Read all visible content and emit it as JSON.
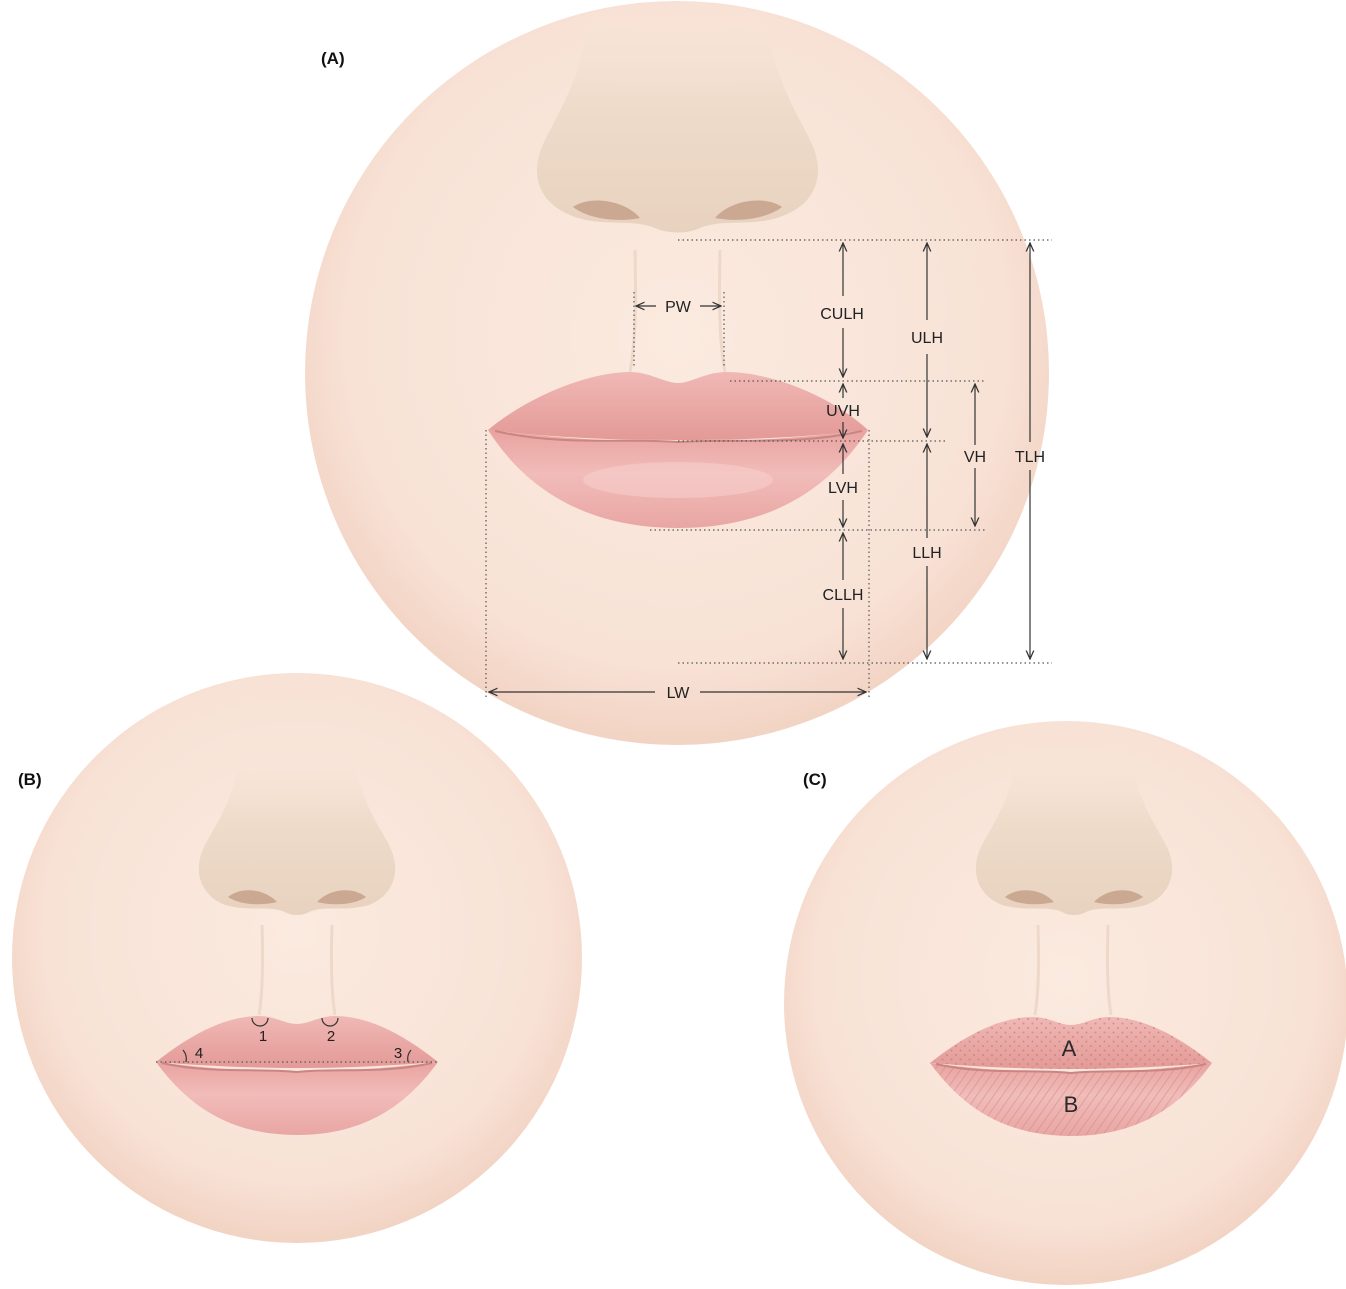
{
  "panels": {
    "a": {
      "label": "(A)"
    },
    "b": {
      "label": "(B)"
    },
    "c": {
      "label": "(C)"
    }
  },
  "measurements": {
    "pw": "PW",
    "culh": "CULH",
    "ulh": "ULH",
    "uvh": "UVH",
    "vh": "VH",
    "tlh": "TLH",
    "lvh": "LVH",
    "llh": "LLH",
    "cllh": "CLLH",
    "lw": "LW"
  },
  "angles": {
    "a1": "1",
    "a2": "2",
    "a3": "3",
    "a4": "4"
  },
  "zones": {
    "upper": "A",
    "lower": "B"
  },
  "colors": {
    "skin": "#f9e5da",
    "skin_edge": "#f1d3c4",
    "nose": "#ecd9c8",
    "nostril": "#c9a992",
    "lip": "#eeafac",
    "lip_dark": "#d98b89",
    "lip_highlight": "#f7cfcc"
  }
}
